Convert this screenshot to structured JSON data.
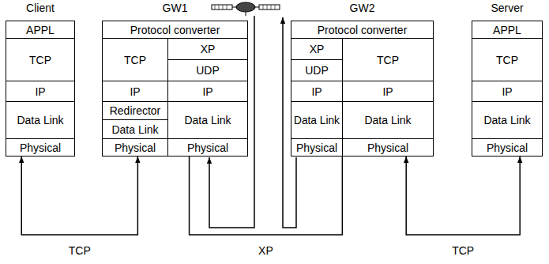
{
  "diagram": {
    "nodes": [
      {
        "text": [
          "Client"
        ]
      },
      {
        "text": [
          "APPL"
        ],
        "in": 0
      },
      {
        "text": [
          "TCP"
        ],
        "in": 0
      },
      {
        "text": [
          "IP"
        ],
        "in": 0
      },
      {
        "text": [
          "Data Link"
        ],
        "in": 0
      },
      {
        "text": [
          "Physical"
        ],
        "in": 0
      },
      {
        "text": [
          "GW1"
        ]
      },
      {
        "text": [
          "Protocol converter"
        ],
        "in": 6
      },
      {
        "text": [
          "TCP"
        ],
        "in": 6
      },
      {
        "text": [
          "XP"
        ],
        "in": 6
      },
      {
        "text": [
          "UDP"
        ],
        "in": 6
      },
      {
        "text": [
          "IP"
        ],
        "in": 6
      },
      {
        "text": [
          "IP"
        ],
        "in": 6
      },
      {
        "text": [
          "Redirector"
        ],
        "in": 6
      },
      {
        "text": [
          "Data Link"
        ],
        "in": 6
      },
      {
        "text": [
          "Data Link"
        ],
        "in": 6
      },
      {
        "text": [
          "Physical"
        ],
        "in": 6
      },
      {
        "text": [
          "Physical"
        ],
        "in": 6
      },
      {
        "text": [
          "GW2"
        ]
      },
      {
        "text": [
          "Protocol converter"
        ],
        "in": 18
      },
      {
        "text": [
          "XP"
        ],
        "in": 18
      },
      {
        "text": [
          "TCP"
        ],
        "in": 18
      },
      {
        "text": [
          "UDP"
        ],
        "in": 18
      },
      {
        "text": [
          "IP"
        ],
        "in": 18
      },
      {
        "text": [
          "IP"
        ],
        "in": 18
      },
      {
        "text": [
          "Data Link"
        ],
        "in": 18
      },
      {
        "text": [
          "Data Link"
        ],
        "in": 18
      },
      {
        "text": [
          "Physical"
        ],
        "in": 18
      },
      {
        "text": [
          "Physical"
        ],
        "in": 18
      },
      {
        "text": [
          "Server"
        ]
      },
      {
        "text": [
          "APPL"
        ],
        "in": 29
      },
      {
        "text": [
          "TCP"
        ],
        "in": 29
      },
      {
        "text": [
          "IP"
        ],
        "in": 29
      },
      {
        "text": [
          "Data Link"
        ],
        "in": 29
      },
      {
        "text": [
          "Physical"
        ],
        "in": 29
      }
    ],
    "edges": [
      {
        "from": 5,
        "to": 16,
        "arrow": "both",
        "label": "TCP"
      },
      {
        "from": 17,
        "to": 27,
        "arrow": "none",
        "label": "XP"
      },
      {
        "from": 28,
        "to": 34,
        "arrow": "both",
        "label": "TCP"
      }
    ]
  }
}
